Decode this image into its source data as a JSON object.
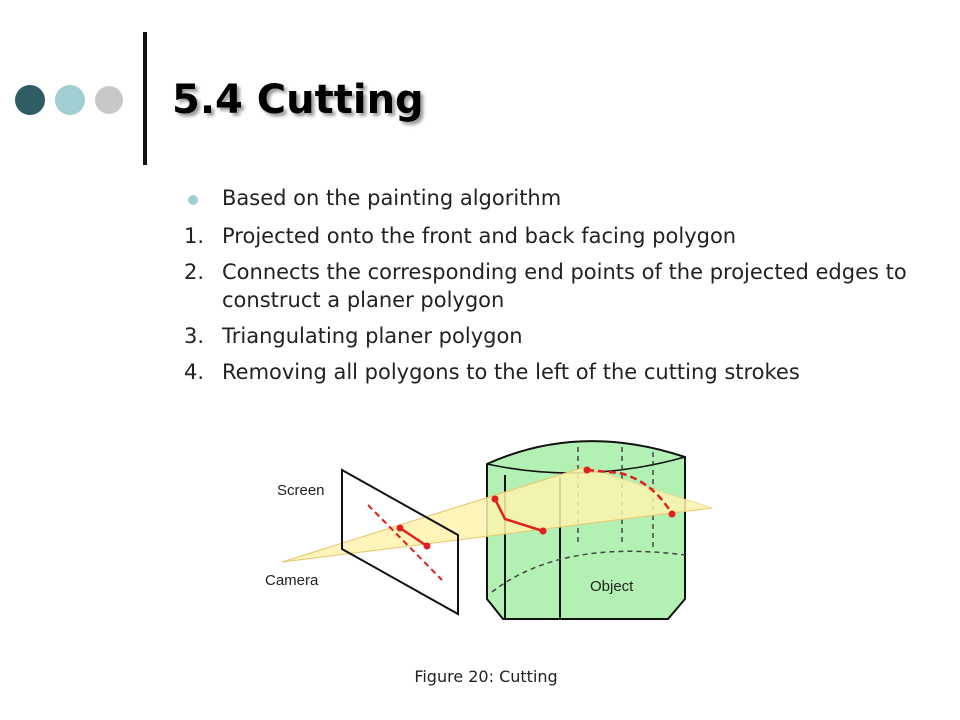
{
  "slide": {
    "title": "5.4 Cutting",
    "accent_colors": [
      "#2f5d63",
      "#9fcfd2",
      "#c8c8c8"
    ],
    "bullet": {
      "text": "Based on the painting algorithm",
      "color": "#9fcfd2"
    },
    "steps": [
      {
        "number": "1.",
        "text": "Projected onto the front and back facing polygon"
      },
      {
        "number": "2.",
        "text": "Connects the corresponding end points of the projected edges to construct a planer polygon"
      },
      {
        "number": "3.",
        "text": "Triangulating planer polygon"
      },
      {
        "number": "4.",
        "text": "Removing all polygons to the left of the cutting strokes"
      }
    ],
    "figure": {
      "labels": {
        "screen": "Screen",
        "camera": "Camera",
        "object": "Object"
      },
      "colors": {
        "object_fill": "#b3f0b3",
        "projection_fill": "#fff4b0",
        "stroke": "#e02020",
        "outline": "#111111"
      }
    },
    "caption": "Figure 20: Cutting"
  }
}
